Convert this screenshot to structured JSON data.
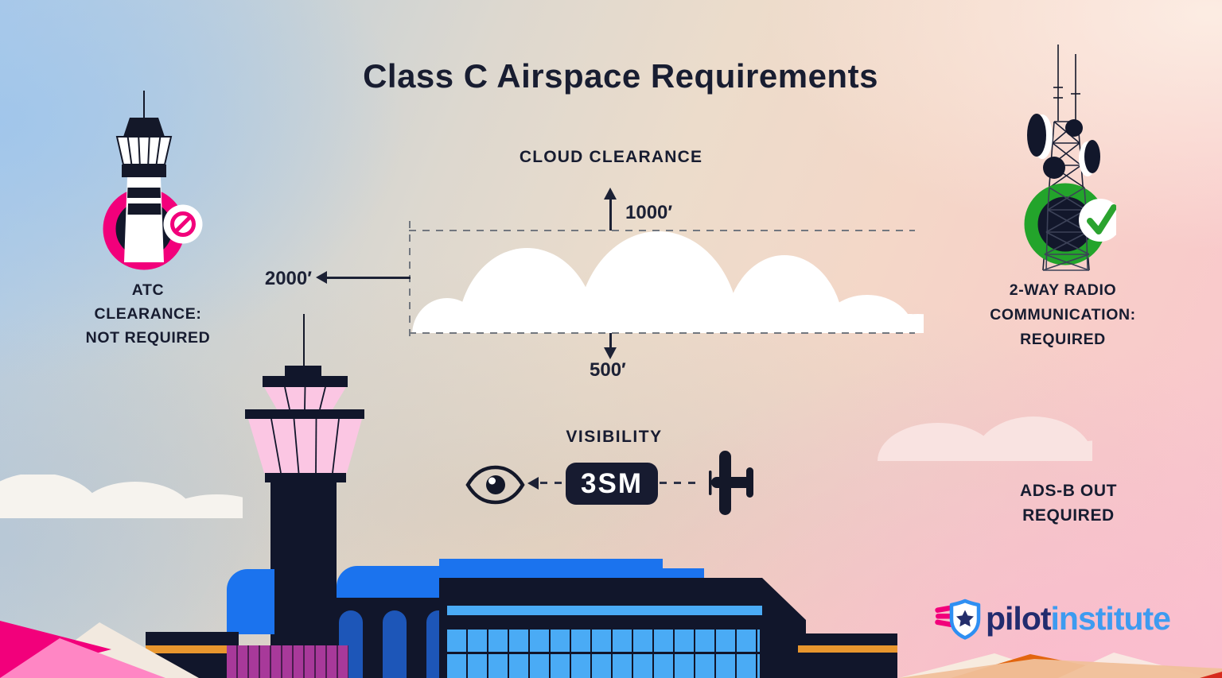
{
  "title": "Class C Airspace Requirements",
  "atc": {
    "icon": "control-tower-with-no-sign",
    "lines": [
      "ATC",
      "CLEARANCE:",
      "NOT REQUIRED"
    ]
  },
  "cloud_clearance": {
    "label": "CLOUD CLEARANCE",
    "above_clouds": "1000′",
    "below_clouds": "500′",
    "horizontal": "2000′"
  },
  "visibility": {
    "label": "VISIBILITY",
    "value": "3SM",
    "icons": [
      "eye-icon",
      "airplane-icon"
    ]
  },
  "radio": {
    "icon": "radio-tower-with-checkmark",
    "lines": [
      "2-WAY RADIO",
      "COMMUNICATION:",
      "REQUIRED"
    ]
  },
  "adsb": {
    "lines": [
      "ADS-B OUT",
      "REQUIRED"
    ]
  },
  "logo": {
    "icon": "winged-shield-star",
    "first": "pilot",
    "second": "institute"
  },
  "colors": {
    "accent_pink": "#f2007b",
    "accent_green": "#23a42b",
    "navy": "#11162b",
    "bright_blue": "#1b73ee",
    "light_blue": "#4aabf5",
    "arch_blue": "#1d56b8",
    "orange": "#e8962e",
    "purple": "#a8399a",
    "logo_navy": "#222c6e",
    "logo_blue": "#3d9bf0",
    "tower_pink": "#fbc6e3"
  }
}
